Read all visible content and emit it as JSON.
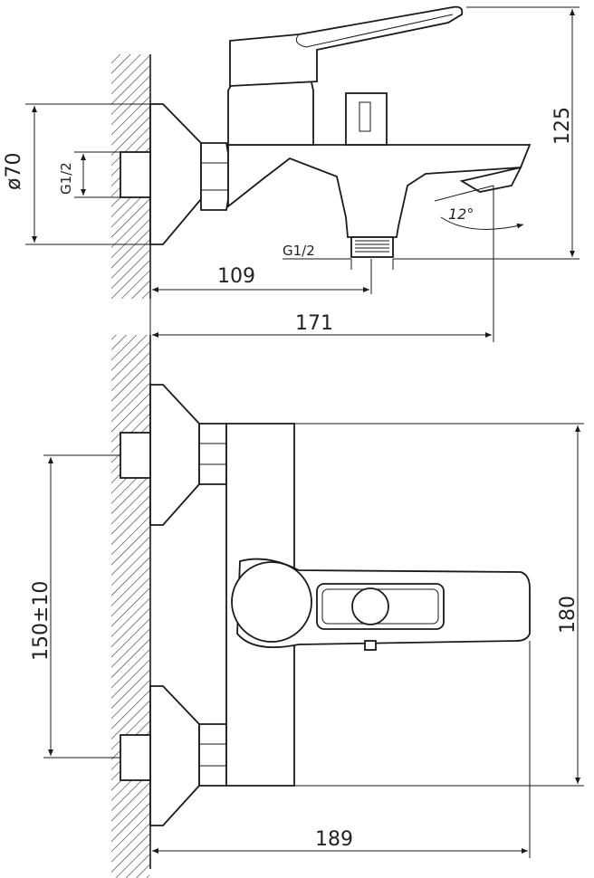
{
  "drawing": {
    "line_color": "#1a1a1a",
    "background": "#ffffff",
    "wall_hatch": "diagonal-hatch"
  },
  "side_view": {
    "diameter_label": "ø70",
    "thread_inlet_label": "G1/2",
    "thread_outlet_label": "G1/2",
    "angle_label": "12°",
    "height_label": "125",
    "depth_spout_label": "109",
    "depth_total_label": "171"
  },
  "front_view": {
    "centers_label": "150±10",
    "height_label": "180",
    "width_label": "189"
  }
}
